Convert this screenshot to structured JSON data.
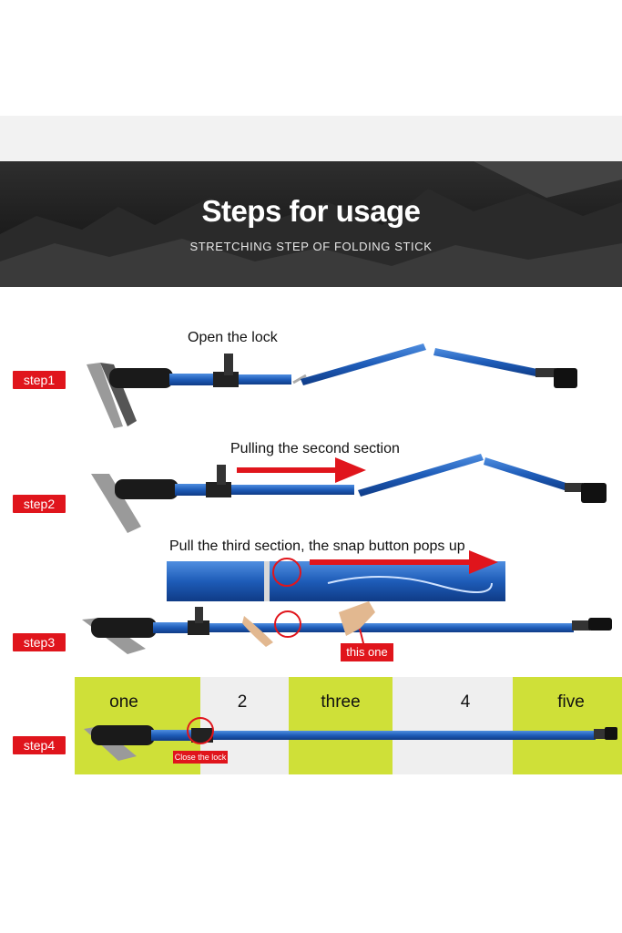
{
  "banner": {
    "title": "Steps for usage",
    "subtitle": "STRETCHING STEP OF FOLDING STICK"
  },
  "steps": [
    {
      "tag": "step1",
      "caption": "Open the lock"
    },
    {
      "tag": "step2",
      "caption": "Pulling the second section"
    },
    {
      "tag": "step3",
      "caption": "Pull the third section, the snap button pops up",
      "note": "this one"
    },
    {
      "tag": "step4",
      "note": "Close the lock"
    }
  ],
  "step4_sections": [
    {
      "label": "one",
      "color": "#cfe038"
    },
    {
      "label": "2",
      "color": "#efefef"
    },
    {
      "label": "three",
      "color": "#cfe038"
    },
    {
      "label": "4",
      "color": "#efefef"
    },
    {
      "label": "five",
      "color": "#cfe038"
    }
  ],
  "colors": {
    "accent_red": "#e0151c",
    "pole_blue": "#1e5cb8",
    "lime": "#cfe038"
  }
}
